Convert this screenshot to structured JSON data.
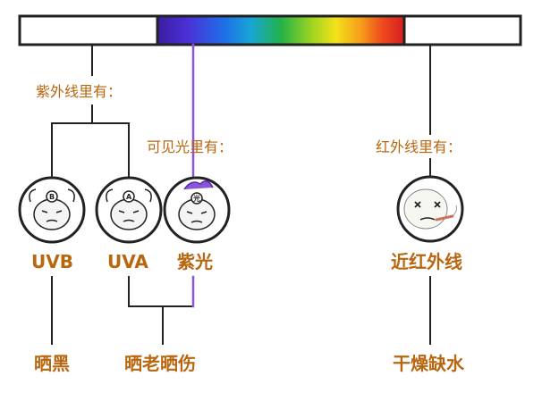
{
  "labels": {
    "uv_heading": "紫外线里有：",
    "visible_heading": "可见光里有：",
    "ir_heading": "红外线里有：",
    "uvb": "UVB",
    "uva": "UVA",
    "violet": "紫光",
    "near_ir": "近红外线",
    "tan": "晒黑",
    "sunburn": "晒老晒伤",
    "dry": "干燥缺水"
  },
  "characters": {
    "uvb_letter": "B",
    "uva_letter": "A",
    "violet_letter": "光"
  },
  "colors": {
    "label": "#b8660f",
    "line": "#222222",
    "violet_line": "#8a55d6",
    "spectrum": [
      "#3b1ea0",
      "#4b2fd6",
      "#1f6fe8",
      "#18a6d4",
      "#22b24a",
      "#9ad321",
      "#f2e21a",
      "#f7a11a",
      "#ee4b1d",
      "#d51e1e"
    ]
  }
}
